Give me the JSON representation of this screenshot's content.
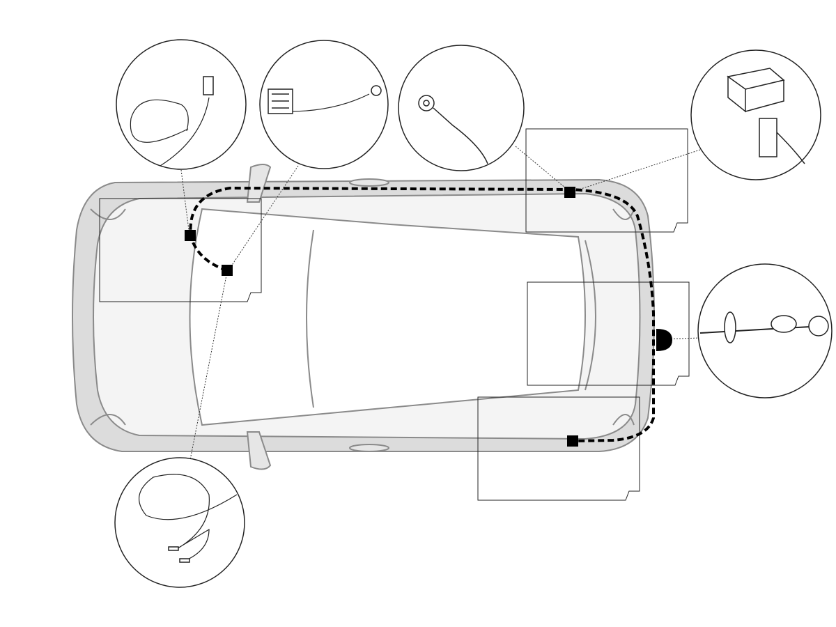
{
  "colors": {
    "background": "#ffffff",
    "car_body": "#d9d9d9",
    "car_outline": "#8a8a8a",
    "harness": "#000000",
    "callout": "#222222"
  },
  "icons": [
    "car-top-view",
    "harness-connector",
    "ring-terminal",
    "control-module",
    "socket-plug",
    "splice-connector"
  ]
}
